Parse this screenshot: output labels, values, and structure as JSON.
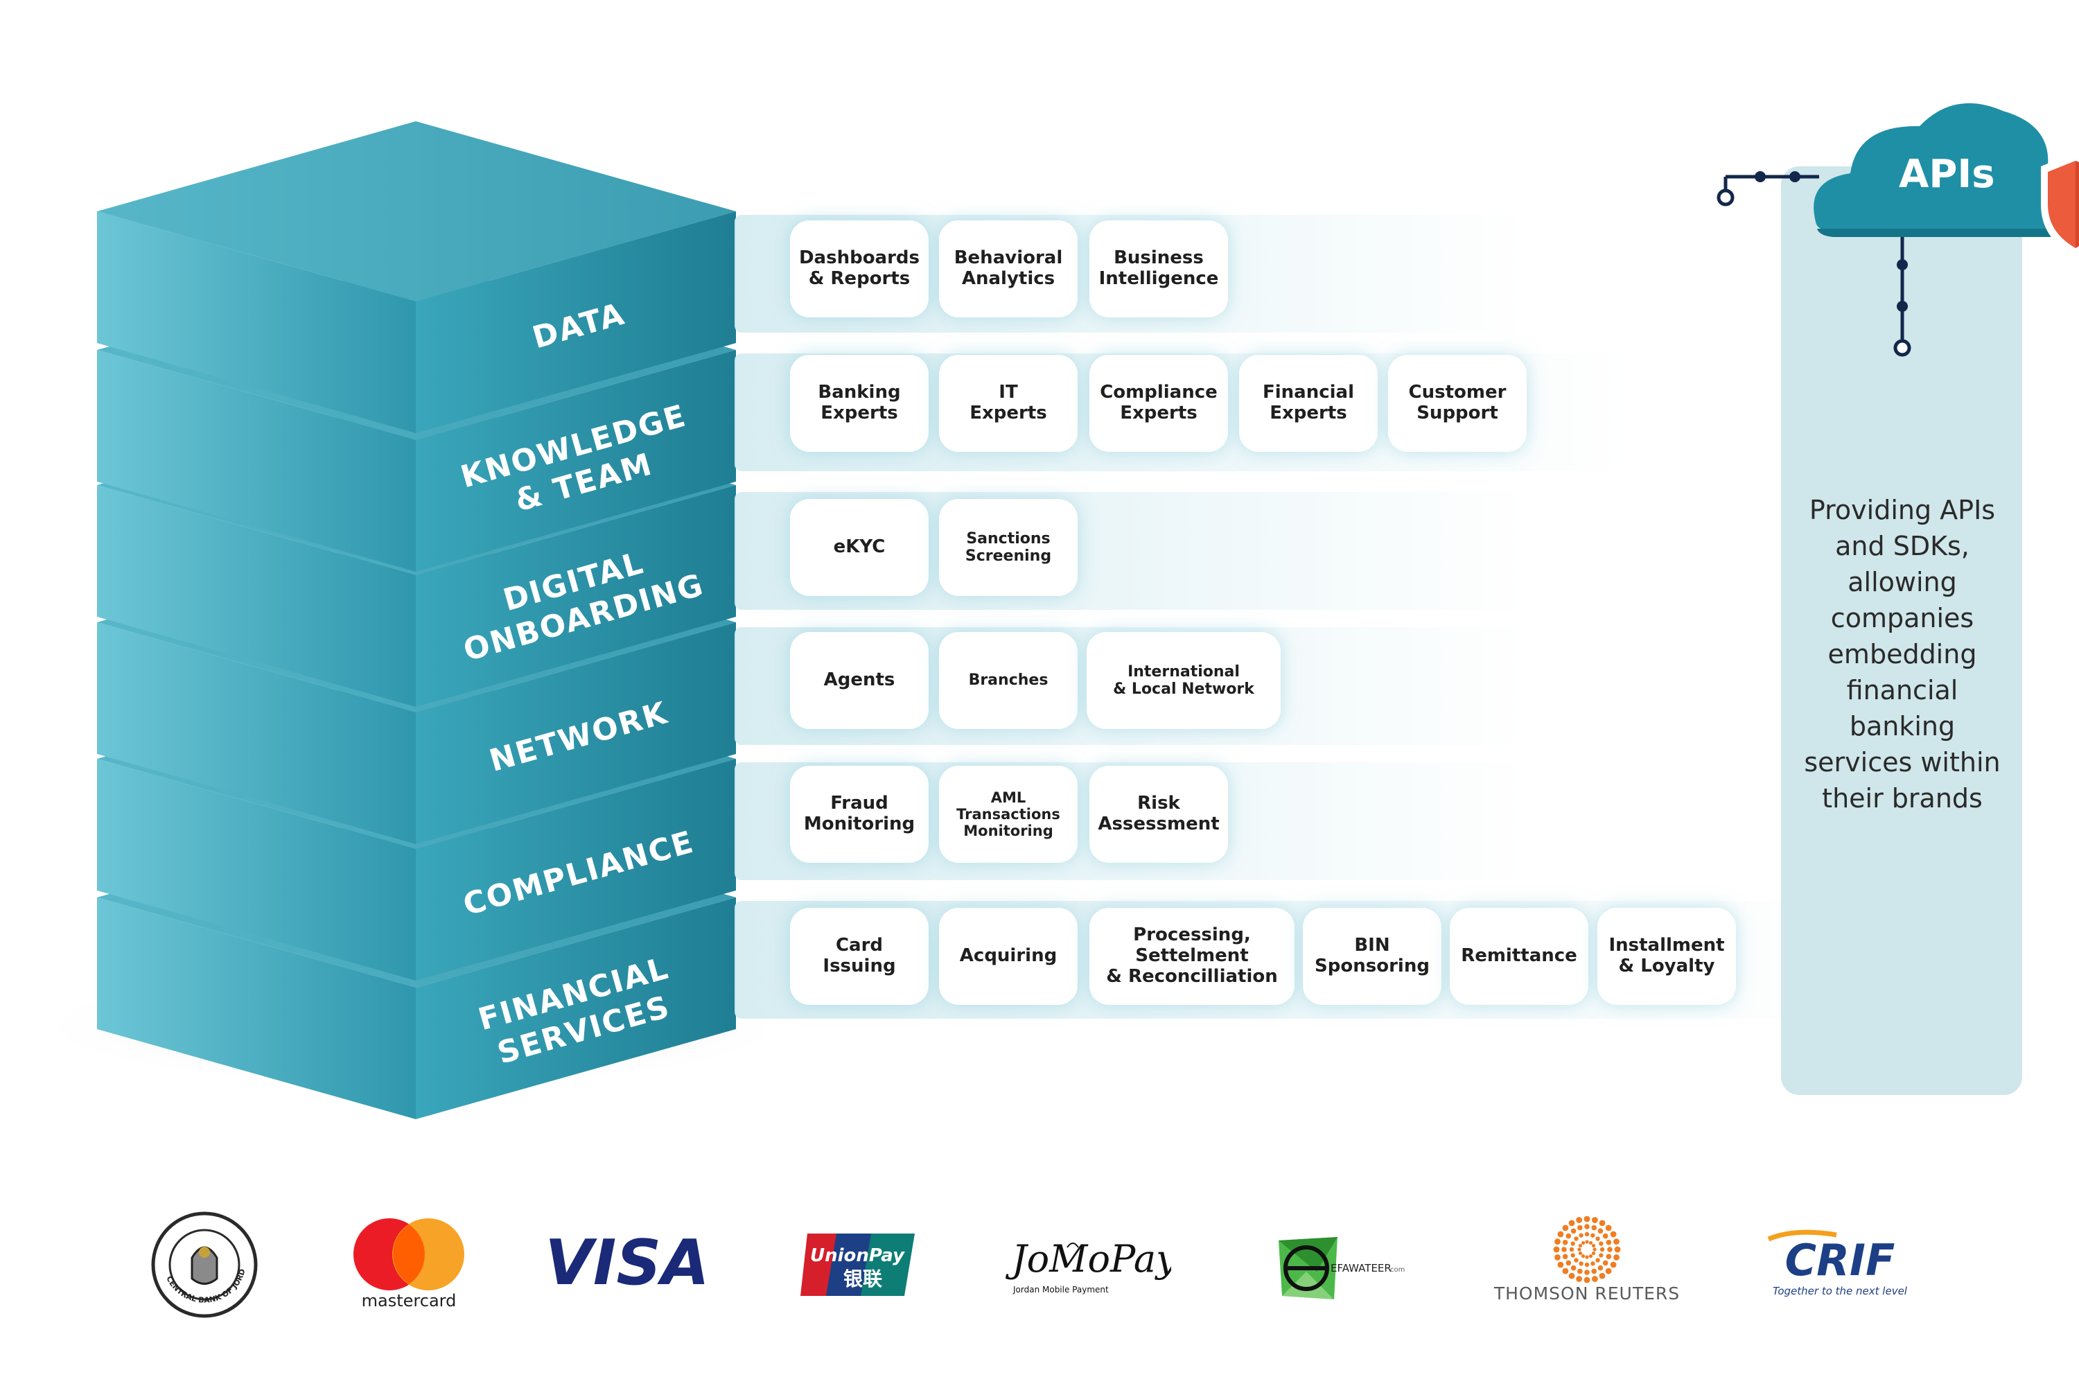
{
  "layers": [
    {
      "id": "data",
      "label_lines": [
        "DATA"
      ],
      "items": [
        "Dashboards\n& Reports",
        "Behavioral\nAnalytics",
        "Business\nIntelligence"
      ]
    },
    {
      "id": "knowledge",
      "label_lines": [
        "KNOWLEDGE",
        "& TEAM"
      ],
      "items": [
        "Banking\nExperts",
        "IT\nExperts",
        "Compliance\nExperts",
        "Financial\nExperts",
        "Customer\nSupport"
      ]
    },
    {
      "id": "onboarding",
      "label_lines": [
        "DIGITAL",
        "ONBOARDING"
      ],
      "items": [
        "eKYC",
        "Sanctions\nScreening"
      ]
    },
    {
      "id": "network",
      "label_lines": [
        "NETWORK"
      ],
      "items": [
        "Agents",
        "Branches",
        "International\n& Local Network"
      ]
    },
    {
      "id": "compliance",
      "label_lines": [
        "COMPLIANCE"
      ],
      "items": [
        "Fraud\nMonitoring",
        "AML\nTransactions\nMonitoring",
        "Risk\nAssessment"
      ]
    },
    {
      "id": "financial",
      "label_lines": [
        "FINANCIAL",
        "SERVICES"
      ],
      "items": [
        "Card\nIssuing",
        "Acquiring",
        "Processing,\nSettelment\n& Reconcilliation",
        "BIN\nSponsoring",
        "Remittance",
        "Installment\n& Loyalty"
      ]
    }
  ],
  "apis": {
    "title": "APIs",
    "description": "Providing APIs\nand SDKs,\nallowing\ncompanies\nembedding\nfinancial\nbanking\nservices within\ntheir brands"
  },
  "partners": {
    "cbj": "CENTRAL BANK OF JORDAN",
    "mastercard": "mastercard",
    "visa": "VISA",
    "unionpay": "UnionPay",
    "unionpay_cn": "银联",
    "jomopay": "JoMoPay",
    "jomopay_tag": "Jordan Mobile Payment",
    "efawateer": "EFAWATEER",
    "efawateer_suffix": "com",
    "thomson": "THOMSON REUTERS",
    "crif": "CRIF",
    "crif_tag": "Together to the next level"
  },
  "colors": {
    "front": "#3aa3b8",
    "front_dark": "#24879c",
    "top": "#5cbccc",
    "accent": "#eb5b3c",
    "navy": "#12274a"
  }
}
